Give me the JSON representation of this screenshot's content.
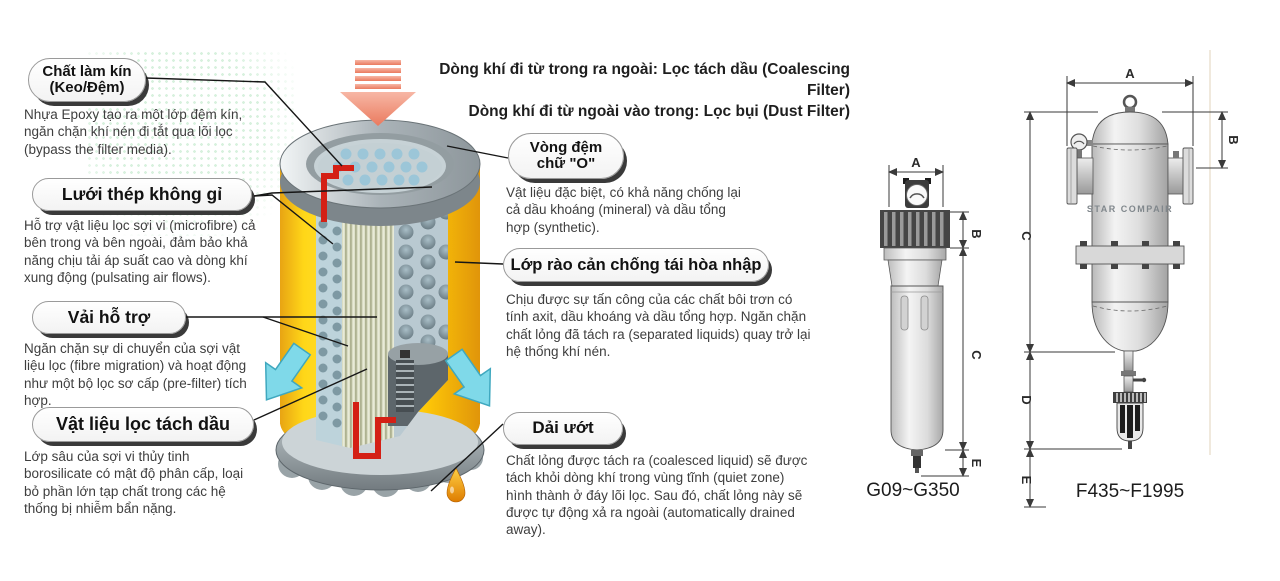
{
  "header": {
    "line1": "Dòng khí đi từ trong ra ngoài: Lọc tách dầu (Coalescing Filter)",
    "line2": "Dòng khí đi từ ngoài vào trong: Lọc bụi (Dust Filter)"
  },
  "callouts": {
    "seal": {
      "label1": "Chất làm kín",
      "label2": "(Keo/Đệm)",
      "desc": "Nhựa Epoxy tạo ra một lớp đệm kín, ngăn chặn khí nén đi tắt qua lõi lọc (bypass the filter media)."
    },
    "mesh": {
      "label": "Lưới thép không gỉ",
      "desc": "Hỗ trợ vật liệu lọc sợi vi (microfibre) cả bên trong và bên ngoài, đảm bảo khả năng chịu tải áp suất cao và dòng khí xung động (pulsating air flows)."
    },
    "support": {
      "label": "Vải hỗ trợ",
      "desc": "Ngăn chặn sự di chuyển của sợi vật liệu lọc (fibre migration) và hoạt động như một bộ lọc sơ cấp (pre-filter) tích hợp."
    },
    "media": {
      "label": "Vật liệu lọc tách dầu",
      "desc": "Lớp sâu của sợi vi thủy tinh borosilicate có mật độ phân cấp, loại bỏ phần lớn tạp chất trong các hệ thống bị nhiễm bẩn nặng."
    },
    "oring": {
      "label1": "Vòng đệm",
      "label2": "chữ \"O\"",
      "desc": "Vật liệu đặc biệt, có khả năng chống lại cả dầu khoáng (mineral) và dầu tổng hợp (synthetic)."
    },
    "barrier": {
      "label": "Lớp rào cản chống tái hòa nhập",
      "desc": "Chịu được sự tấn công của các chất bôi trơn có tính axit, dầu khoáng và dầu tổng hợp. Ngăn chặn chất lỏng đã tách ra (separated liquids) quay trở lại hệ thống khí nén."
    },
    "wet": {
      "label": "Dải ướt",
      "desc": "Chất lỏng được tách ra (coalesced liquid) sẽ được tách khỏi dòng khí trong vùng tĩnh (quiet zone) hình thành ở đáy lõi lọc. Sau đó, chất lỏng này sẽ được tự động xả ra ngoài (automatically drained away)."
    }
  },
  "drawings": {
    "small": {
      "model": "G09~G350",
      "dim_a": "A",
      "dim_b": "B",
      "dim_c": "C",
      "dim_e": "E"
    },
    "large": {
      "model": "F435~F1995",
      "brand": "STAR COMPAIR",
      "dim_a": "A",
      "dim_b": "B",
      "dim_c": "C",
      "dim_d": "D",
      "dim_e": "E"
    }
  },
  "colors": {
    "filter_yellow": "#ffd312",
    "seal_red": "#d42015",
    "outflow_cyan": "#7fd9e9",
    "inflow_pink": "#ef8a70",
    "halftone_green": "#bfe7c9"
  }
}
